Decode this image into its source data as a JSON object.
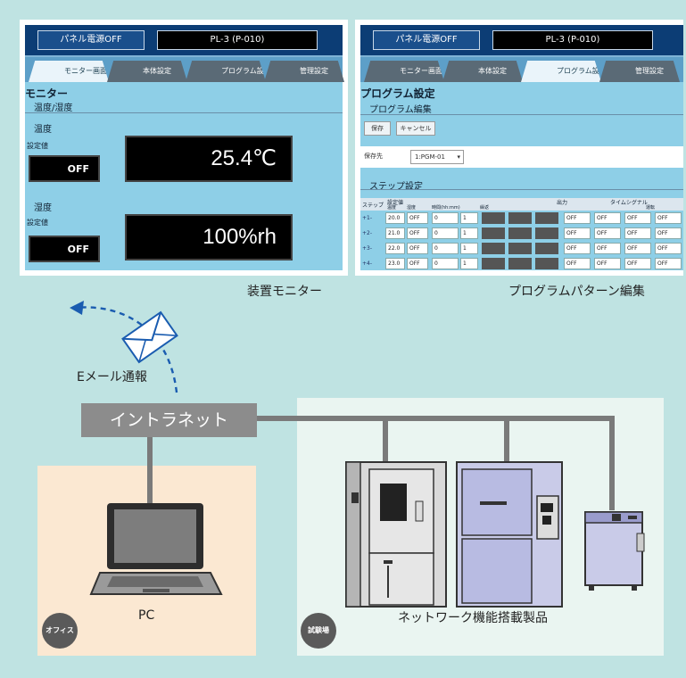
{
  "monitor_screen": {
    "power_button": "パネル電源OFF",
    "program_display": "PL-3 (P-010)",
    "tabs": [
      "モニター画面",
      "本体設定",
      "プログラム設定",
      "管理設定"
    ],
    "page_title": "モニター",
    "section": "温度/湿度",
    "temperature": {
      "heading": "温度",
      "setpoint_label": "設定値",
      "setpoint_value": "OFF",
      "reading": "25.4℃"
    },
    "humidity": {
      "heading": "湿度",
      "setpoint_label": "設定値",
      "setpoint_value": "OFF",
      "reading": "100%rh"
    }
  },
  "program_screen": {
    "power_button": "パネル電源OFF",
    "program_display": "PL-3 (P-010)",
    "tabs": [
      "モニター画面",
      "本体設定",
      "プログラム設定",
      "管理設定"
    ],
    "page_title": "プログラム設定",
    "section_edit": "プログラム編集",
    "save_button": "保存",
    "cancel_button": "キャンセル",
    "destination_label": "保存先",
    "destination_value": "1:PGM-01",
    "section_steps": "ステップ設定",
    "header_labels": [
      "ステップ",
      "設定値",
      "温度",
      "湿度",
      "時間(hh:mm)",
      "繰返",
      "出力",
      "タイムシグナル",
      "運転"
    ],
    "steps": [
      {
        "label": "+1-",
        "temp": "20.0",
        "humidity": "OFF",
        "time": "0",
        "repeat": "1",
        "selects": [
          "OFF",
          "OFF",
          "OFF",
          "OFF"
        ]
      },
      {
        "label": "+2-",
        "temp": "21.0",
        "humidity": "OFF",
        "time": "0",
        "repeat": "1",
        "selects": [
          "OFF",
          "OFF",
          "OFF",
          "OFF"
        ]
      },
      {
        "label": "+3-",
        "temp": "22.0",
        "humidity": "OFF",
        "time": "0",
        "repeat": "1",
        "selects": [
          "OFF",
          "OFF",
          "OFF",
          "OFF"
        ]
      },
      {
        "label": "+4-",
        "temp": "23.0",
        "humidity": "OFF",
        "time": "0",
        "repeat": "1",
        "selects": [
          "OFF",
          "OFF",
          "OFF",
          "OFF"
        ]
      }
    ]
  },
  "captions": {
    "monitor": "装置モニター",
    "program": "プログラムパターン編集",
    "email": "Eメール通報",
    "intranet": "イントラネット",
    "pc": "PC",
    "products": "ネットワーク機能搭載製品",
    "office_badge": "オフィス",
    "lab_badge": "試験場"
  },
  "colors": {
    "background": "#bfe3e2",
    "screen_blue": "#8ecfe7",
    "title_bar": "#0c3d75",
    "arrow": "#1a5cb0",
    "office": "#fbe8d2",
    "lab": "#eaf5f1",
    "intranet": "#8c8c8c"
  }
}
